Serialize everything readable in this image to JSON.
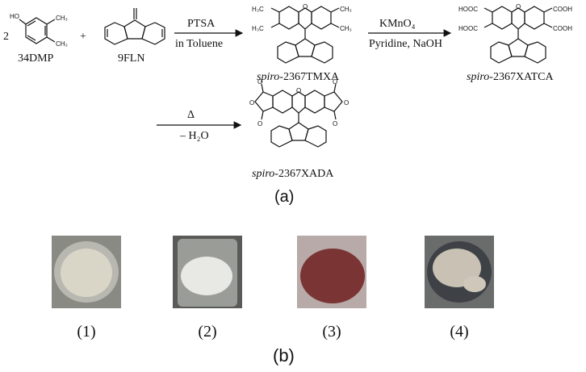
{
  "scheme": {
    "coefficient": "2",
    "plus": "+",
    "reactant1": "34DMP",
    "reactant2": "9FLN",
    "step1": {
      "reagent": "PTSA",
      "solvent": "in Toluene"
    },
    "product1": {
      "prefix": "spiro",
      "name": "-2367TMXA"
    },
    "step2": {
      "reagent": "KMnO₄",
      "conditions": "Pyridine, NaOH"
    },
    "product2": {
      "prefix": "spiro",
      "name": "-2367XATCA"
    },
    "step3": {
      "reagent": "Δ",
      "conditions": "– H₂O"
    },
    "product3": {
      "prefix": "spiro",
      "name": "-2367XADA"
    },
    "panel_label": "(a)",
    "atoms": {
      "HO": "HO",
      "CH3": "CH₃",
      "H3C": "H₃C",
      "O": "O",
      "HOOC": "HOOC",
      "COOH": "COOH"
    }
  },
  "photos": {
    "panel_label": "(b)",
    "items": [
      {
        "caption": "(1)",
        "color": "#d9d6c8"
      },
      {
        "caption": "(2)",
        "color": "#e8e8e4"
      },
      {
        "caption": "(3)",
        "color": "#7a3434"
      },
      {
        "caption": "(4)",
        "color": "#c9c2b4"
      }
    ]
  }
}
